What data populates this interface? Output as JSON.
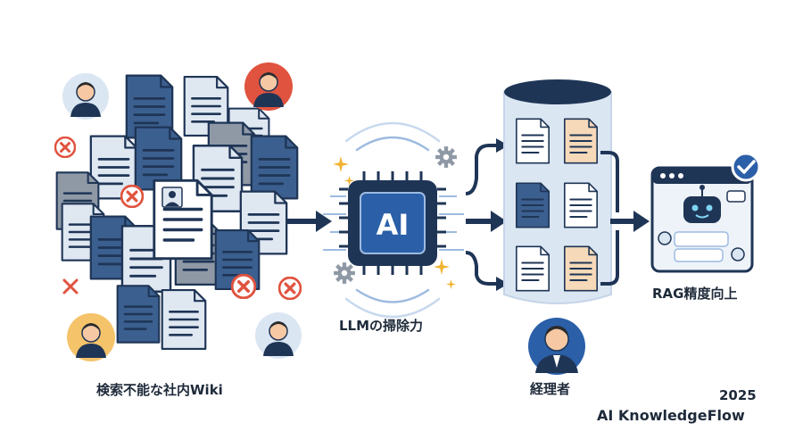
{
  "labels": {
    "wiki": "検索不能な社内Wiki",
    "llm": "LLMの掃除力",
    "ai_chip": "AI",
    "accounting": "経理者",
    "rag": "RAG精度向上",
    "year": "2025",
    "brand": "AI KnowledgeFlow"
  },
  "colors": {
    "navy": "#1f3556",
    "doc_blue": "#3b5f8f",
    "doc_light": "#dfe7f1",
    "doc_gray": "#8f99a6",
    "accent_orange": "#f5d9b8",
    "error_red": "#e0533f",
    "success_blue": "#2b5fa8",
    "cylinder_bg": "#dbe6f3",
    "sparkle_gold": "#f0b232"
  },
  "icons": [
    "error-x-icon",
    "avatar-icon",
    "document-icon",
    "ai-chip-icon",
    "gear-icon",
    "sparkle-icon",
    "arrow-icon",
    "database-cylinder-icon",
    "robot-icon",
    "checkmark-icon",
    "chat-bubble-icon"
  ]
}
